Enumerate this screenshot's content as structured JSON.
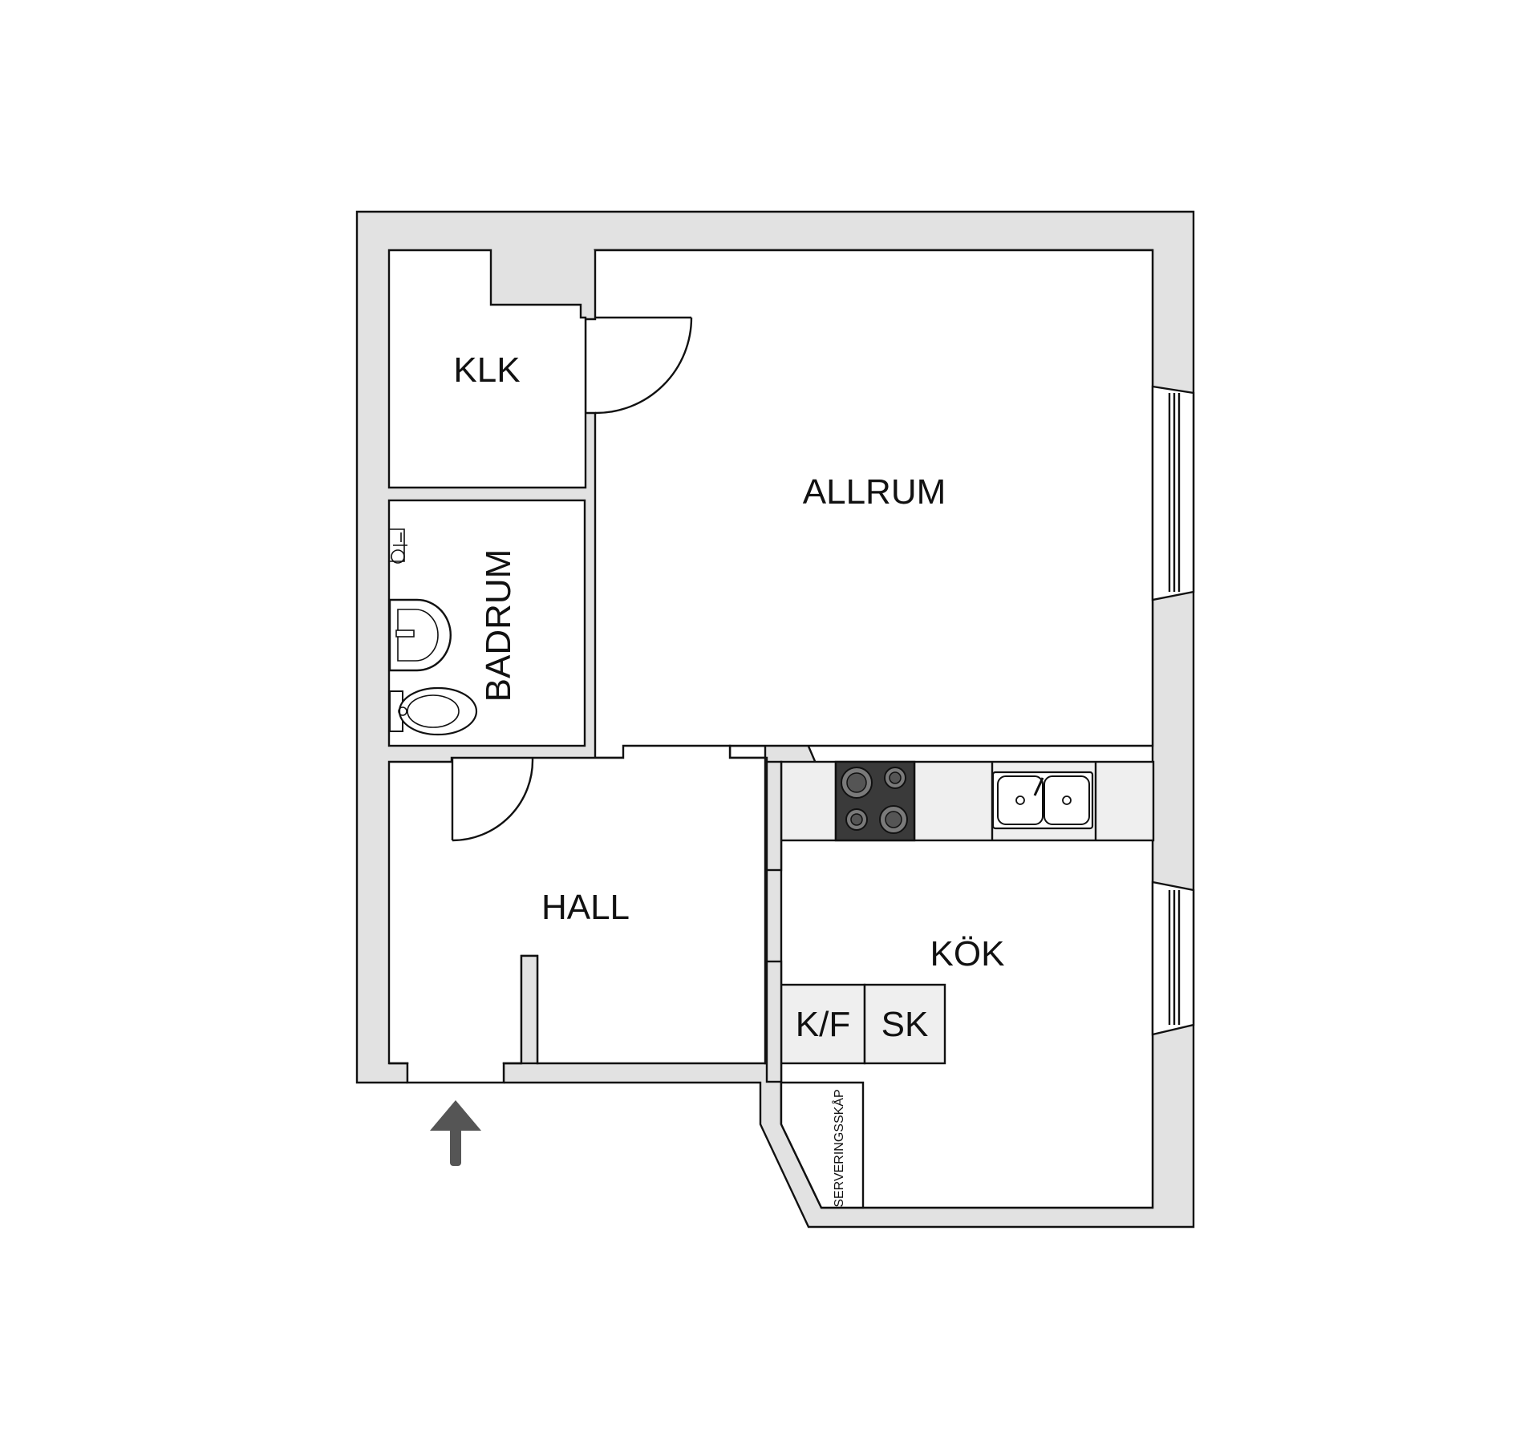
{
  "rooms": {
    "klk": "KLK",
    "allrum": "ALLRUM",
    "badrum": "BADRUM",
    "hall": "HALL",
    "kok": "KÖK",
    "kf": "K/F",
    "sk": "SK",
    "serveringsskap": "SERVERINGSSKÅP"
  },
  "colors": {
    "wall_fill": "#e2e2e2",
    "line": "#111111",
    "counter_fill": "#efefef",
    "stove_fill": "#3a3a3a",
    "entrance_arrow": "#555555"
  },
  "icons": {
    "entrance": "entrance-arrow-icon",
    "stove": "stove-icon",
    "sink": "sink-icon",
    "toilet": "toilet-icon",
    "washbasin": "washbasin-icon",
    "shower": "shower-icon"
  }
}
